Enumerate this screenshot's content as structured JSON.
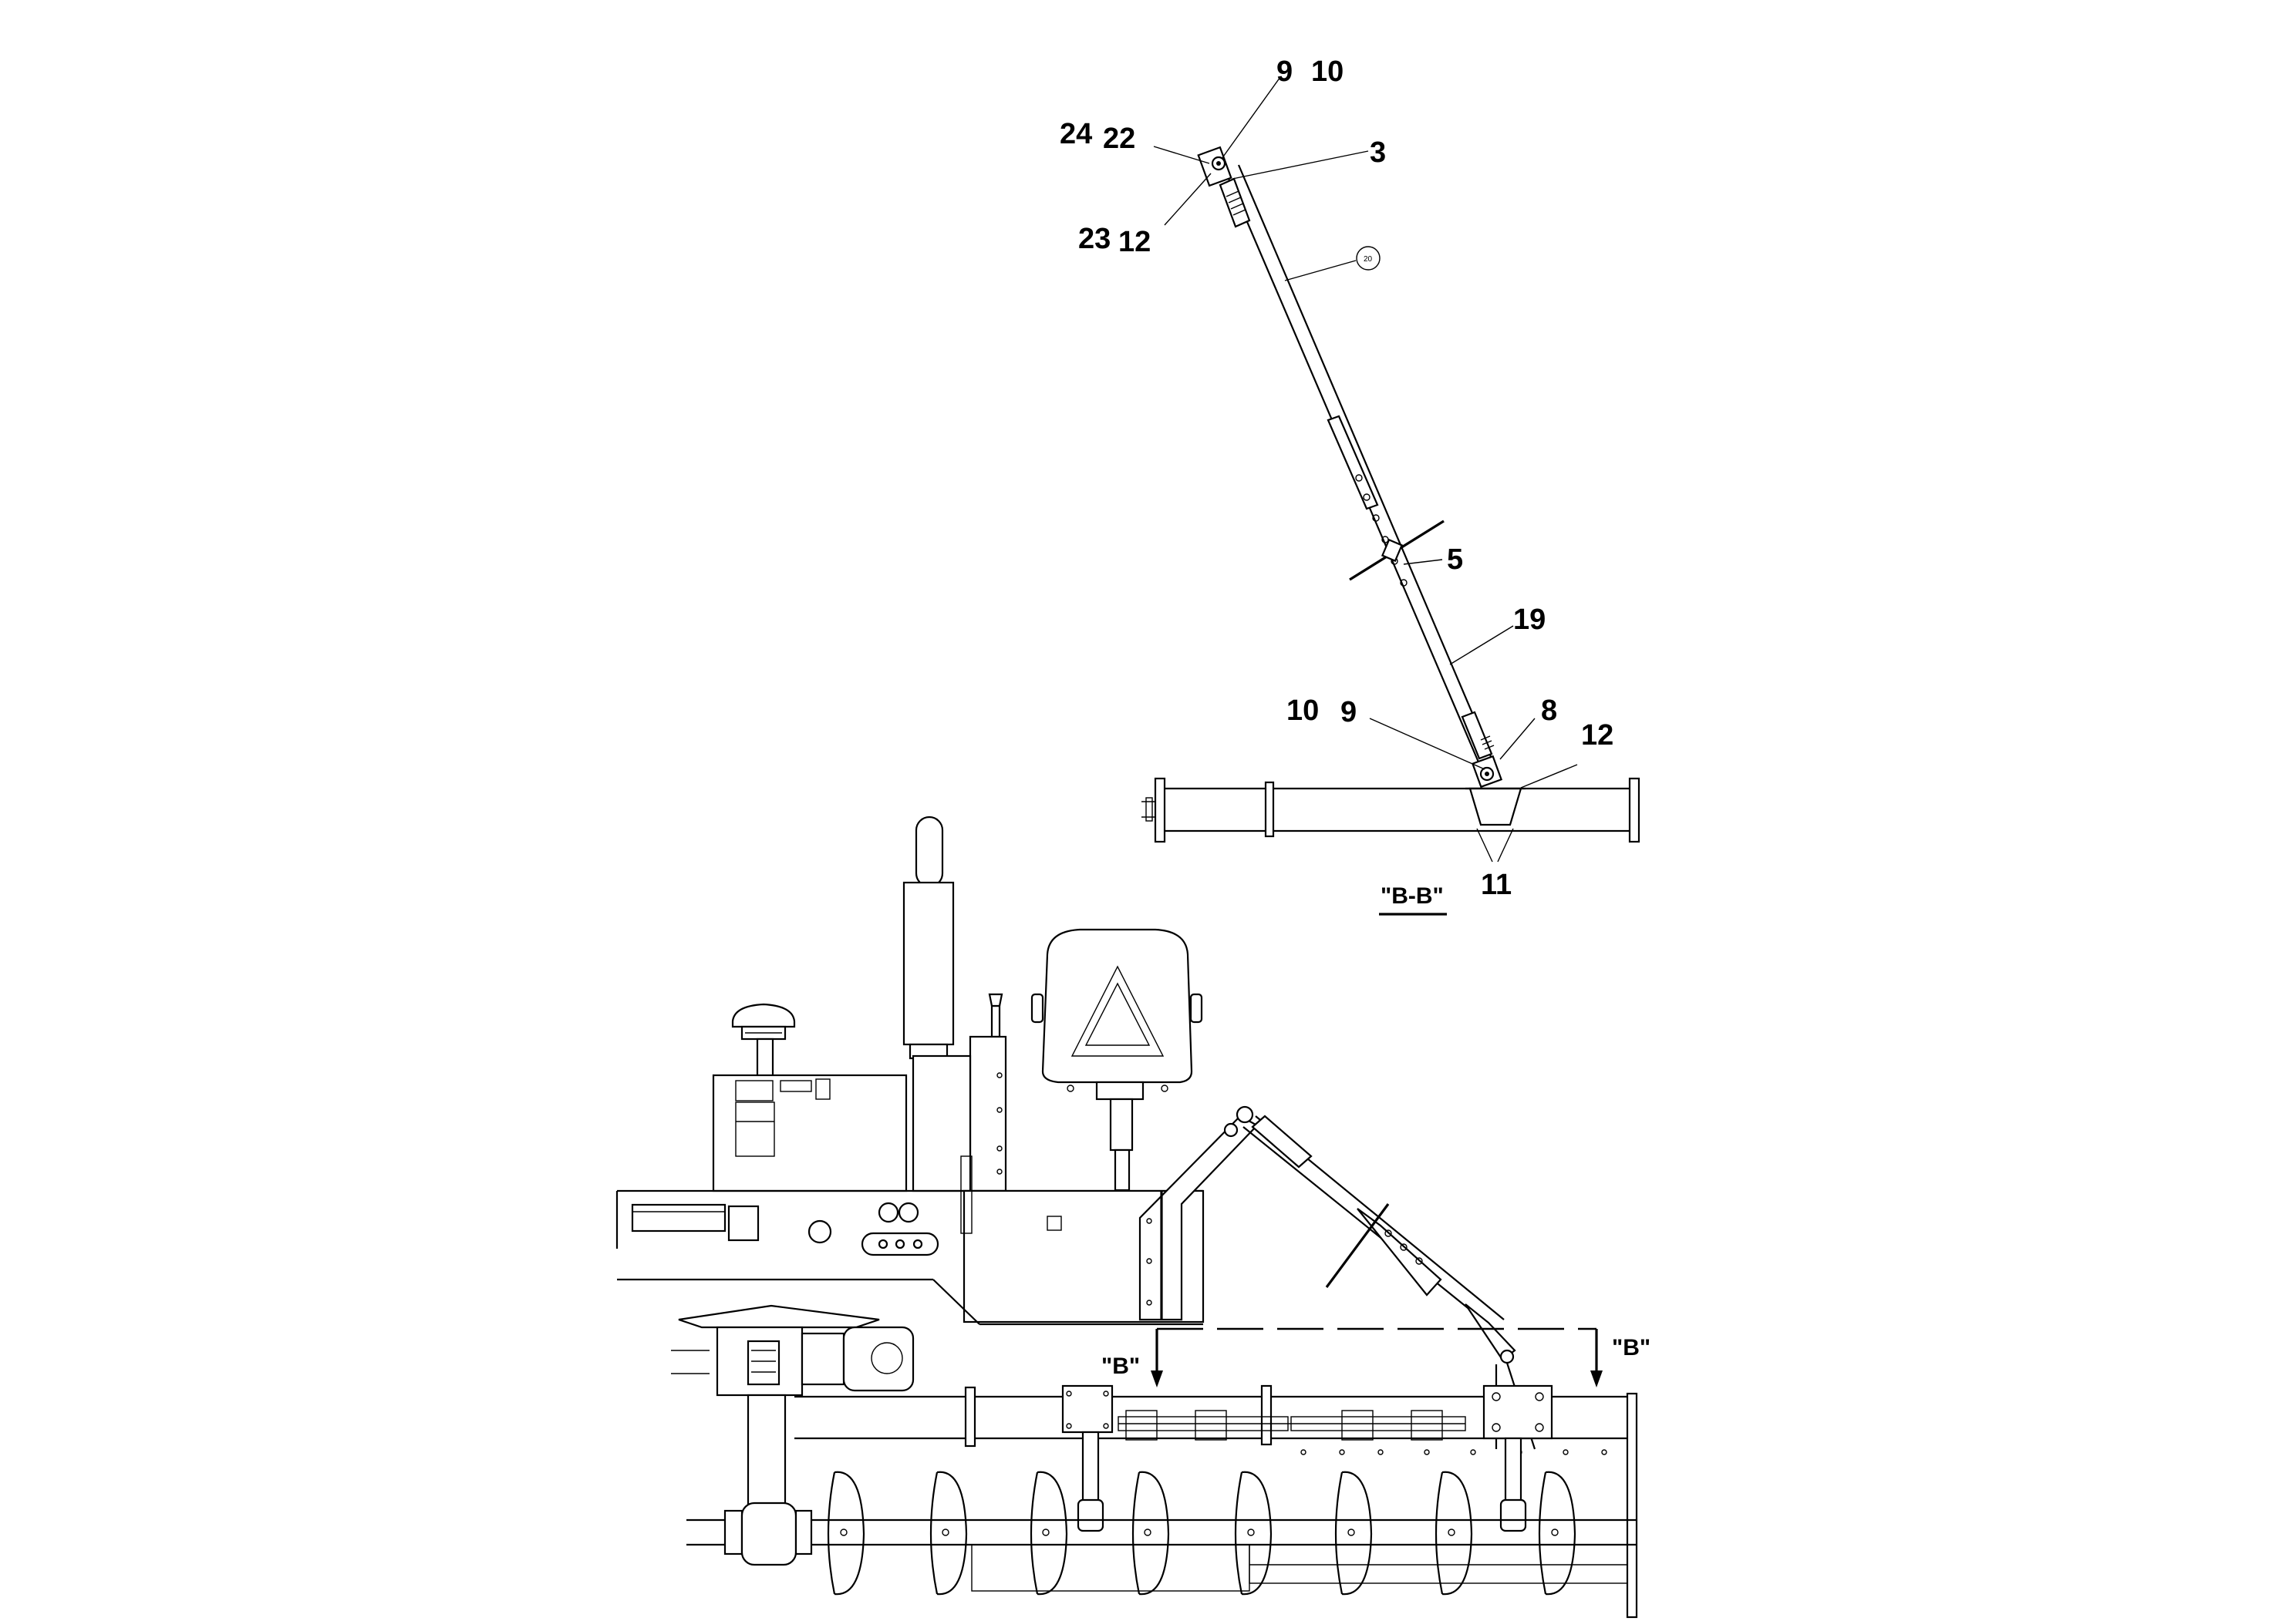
{
  "callouts": {
    "c9_top": "9",
    "c10_top": "10",
    "c24": "24",
    "c22": "22",
    "c3": "3",
    "c23": "23",
    "c12_top": "12",
    "c20": "20",
    "c5": "5",
    "c19": "19",
    "c10_bot": "10",
    "c9_bot": "9",
    "c8": "8",
    "c12_bot": "12",
    "c11": "11"
  },
  "section": {
    "title": "\"B-B\"",
    "marker_left": "\"B\"",
    "marker_right": "\"B\""
  }
}
